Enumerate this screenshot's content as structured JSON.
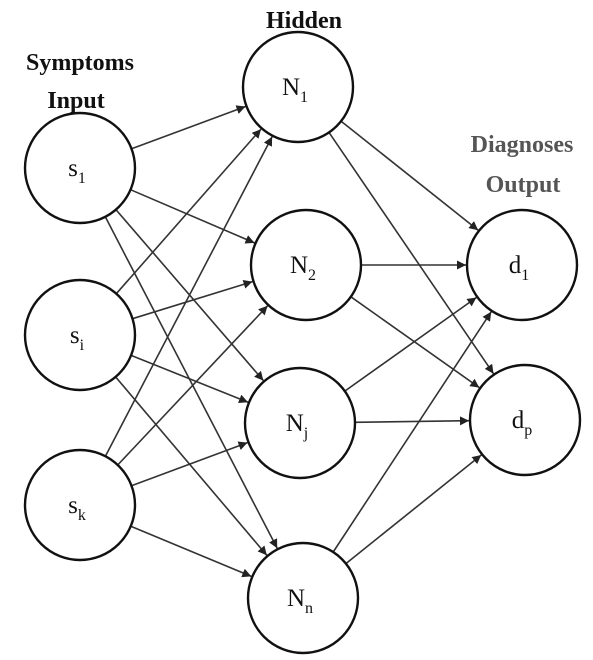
{
  "labels": {
    "input_title": "Symptoms",
    "input_subtitle": "Input",
    "hidden_title": "Hidden",
    "output_title": "Diagnoses",
    "output_subtitle": "Output"
  },
  "colors": {
    "stroke": "#111111",
    "edge": "#333333",
    "output_heading": "#555555"
  },
  "layers": {
    "input": [
      {
        "id": "s1",
        "main": "s",
        "sub": "1"
      },
      {
        "id": "si",
        "main": "s",
        "sub": "i"
      },
      {
        "id": "sk",
        "main": "s",
        "sub": "k"
      }
    ],
    "hidden": [
      {
        "id": "N1",
        "main": "N",
        "sub": "1"
      },
      {
        "id": "N2",
        "main": "N",
        "sub": "2"
      },
      {
        "id": "Nj",
        "main": "N",
        "sub": "j"
      },
      {
        "id": "Nn",
        "main": "N",
        "sub": "n"
      }
    ],
    "output": [
      {
        "id": "d1",
        "main": "d",
        "sub": "1"
      },
      {
        "id": "dp",
        "main": "d",
        "sub": "p"
      }
    ]
  },
  "edges": [
    [
      "s1",
      "N1"
    ],
    [
      "s1",
      "N2"
    ],
    [
      "s1",
      "Nj"
    ],
    [
      "s1",
      "Nn"
    ],
    [
      "si",
      "N1"
    ],
    [
      "si",
      "N2"
    ],
    [
      "si",
      "Nj"
    ],
    [
      "si",
      "Nn"
    ],
    [
      "sk",
      "N1"
    ],
    [
      "sk",
      "N2"
    ],
    [
      "sk",
      "Nj"
    ],
    [
      "sk",
      "Nn"
    ],
    [
      "N1",
      "d1"
    ],
    [
      "N1",
      "dp"
    ],
    [
      "N2",
      "d1"
    ],
    [
      "N2",
      "dp"
    ],
    [
      "Nj",
      "d1"
    ],
    [
      "Nj",
      "dp"
    ],
    [
      "Nn",
      "d1"
    ],
    [
      "Nn",
      "dp"
    ]
  ]
}
